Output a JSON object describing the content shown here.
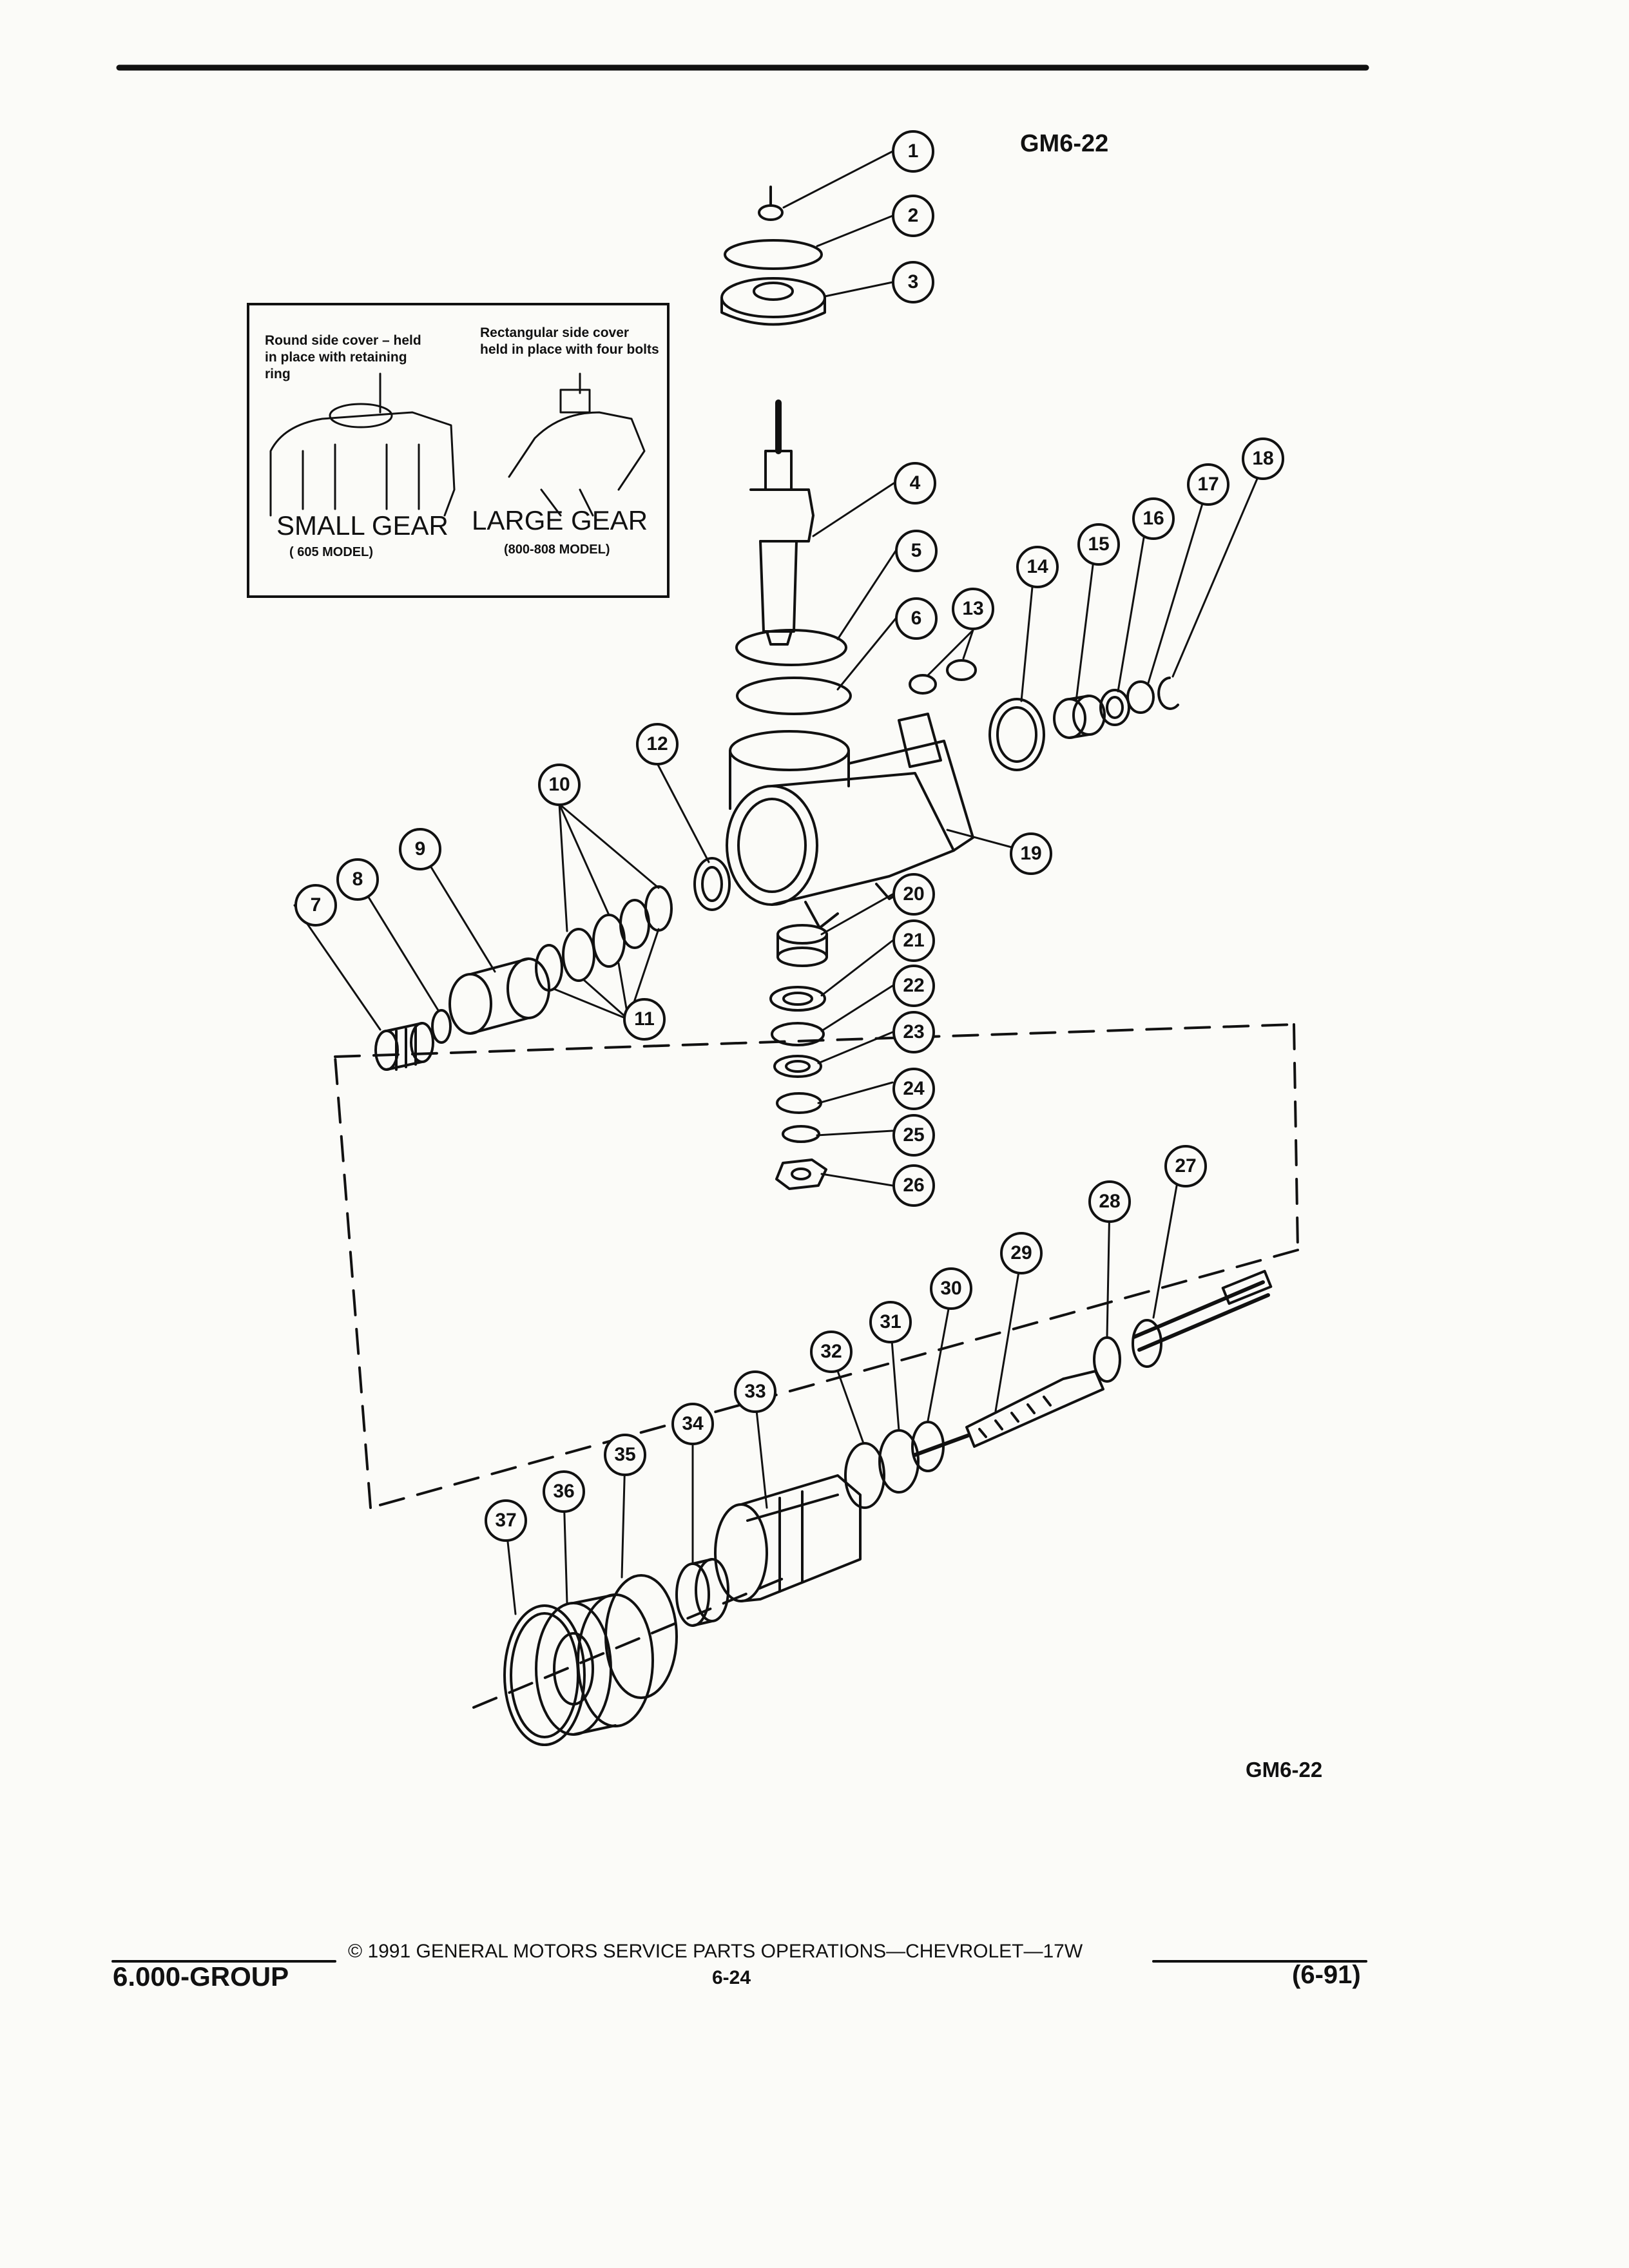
{
  "header": {
    "figure_id_top": "GM6-22",
    "figure_id_bottom": "GM6-22"
  },
  "inset": {
    "small_gear": {
      "note": "Round side cover – held in place with retaining ring",
      "name": "SMALL GEAR",
      "model": "( 605 MODEL)"
    },
    "large_gear": {
      "note": "Rectangular side cover held in place with four bolts",
      "name": "LARGE GEAR",
      "model": "(800-808 MODEL)"
    }
  },
  "callouts": [
    "1",
    "2",
    "3",
    "4",
    "5",
    "6",
    "7",
    "8",
    "9",
    "10",
    "11",
    "12",
    "13",
    "14",
    "15",
    "16",
    "17",
    "18",
    "19",
    "20",
    "21",
    "22",
    "23",
    "24",
    "25",
    "26",
    "27",
    "28",
    "29",
    "30",
    "31",
    "32",
    "33",
    "34",
    "35",
    "36",
    "37"
  ],
  "footer": {
    "copyright": "© 1991 GENERAL MOTORS SERVICE PARTS OPERATIONS—CHEVROLET—17W",
    "group": "6.000-GROUP",
    "page_number": "6-24",
    "revision": "(6-91)"
  },
  "colors": {
    "ink": "#111111",
    "paper": "#fbfbf8"
  }
}
